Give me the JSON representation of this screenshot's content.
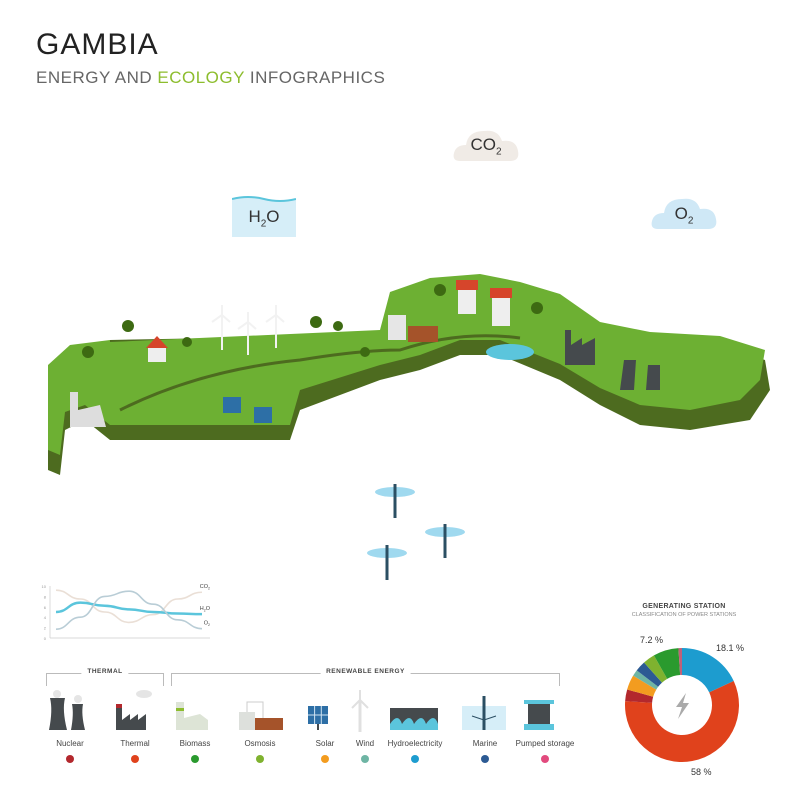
{
  "header": {
    "title": "GAMBIA",
    "subtitle_pre": "ENERGY AND ",
    "subtitle_eco": "ECOLOGY",
    "subtitle_post": " INFOGRAPHICS"
  },
  "clouds": {
    "co2": "CO",
    "co2_sub": "2",
    "h2o": "H",
    "h2o_sub": "2",
    "h2o_post": "O",
    "o2": "O",
    "o2_sub": "2"
  },
  "colors": {
    "land_top": "#6db033",
    "land_side": "#4d6b1f",
    "accent": "#8dbd2e"
  },
  "chart_data": {
    "type": "line",
    "yticks": [
      "10",
      "8",
      "6",
      "4",
      "2",
      "0"
    ],
    "ylim": [
      0,
      10
    ],
    "x": [
      0,
      1,
      2,
      3,
      4,
      5,
      6
    ],
    "series": [
      {
        "name": "CO2",
        "label": "CO",
        "label_sub": "2",
        "color": "#eadfd6",
        "values": [
          9.2,
          7.5,
          5,
          3,
          4.5,
          7.5,
          8.8
        ]
      },
      {
        "name": "H2O",
        "label": "H",
        "label_sub": "2",
        "label_post": "O",
        "color": "#5bc5dc",
        "values": [
          5,
          6.8,
          6.2,
          5.5,
          5,
          4.7,
          4.6
        ]
      },
      {
        "name": "O2",
        "label": "O",
        "label_sub": "2",
        "color": "#b9cdd6",
        "values": [
          1.7,
          4,
          8,
          9,
          6.5,
          3.5,
          1.8
        ]
      }
    ]
  },
  "groups": {
    "thermal": "THERMAL",
    "renewable": "RENEWABLE ENERGY"
  },
  "legend": [
    {
      "label": "Nuclear",
      "color": "#b3282d"
    },
    {
      "label": "Thermal",
      "color": "#e0421c"
    },
    {
      "label": "Biomass",
      "color": "#2a9a2e"
    },
    {
      "label": "Osmosis",
      "color": "#7fb22f"
    },
    {
      "label": "Solar",
      "color": "#f39c1f"
    },
    {
      "label": "Wind",
      "color": "#6eb5a4"
    },
    {
      "label": "Hydroelectricity",
      "color": "#1d9ccf"
    },
    {
      "label": "Marine",
      "color": "#2c5a93"
    },
    {
      "label": "Pumped storage",
      "color": "#e24a7e"
    }
  ],
  "donut": {
    "title": "GENERATING STATION",
    "subtitle": "CLASSIFICATION OF POWER STATIONS",
    "label_blue": "18.1 %",
    "label_red": "58 %",
    "label_green": "7.2 %",
    "slices": [
      {
        "name": "Hydroelectricity",
        "value": 18.1,
        "color": "#1d9ccf"
      },
      {
        "name": "Thermal",
        "value": 58,
        "color": "#e0421c"
      },
      {
        "name": "Nuclear",
        "value": 3.3,
        "color": "#b3282d"
      },
      {
        "name": "Solar",
        "value": 4.2,
        "color": "#f39c1f"
      },
      {
        "name": "Wind",
        "value": 1.8,
        "color": "#6eb5a4"
      },
      {
        "name": "Marine",
        "value": 3,
        "color": "#2c5a93"
      },
      {
        "name": "Osmosis",
        "value": 3.4,
        "color": "#7fb22f"
      },
      {
        "name": "Biomass",
        "value": 7.2,
        "color": "#2a9a2e"
      },
      {
        "name": "Pumped storage",
        "value": 1,
        "color": "#c0607a"
      }
    ]
  }
}
